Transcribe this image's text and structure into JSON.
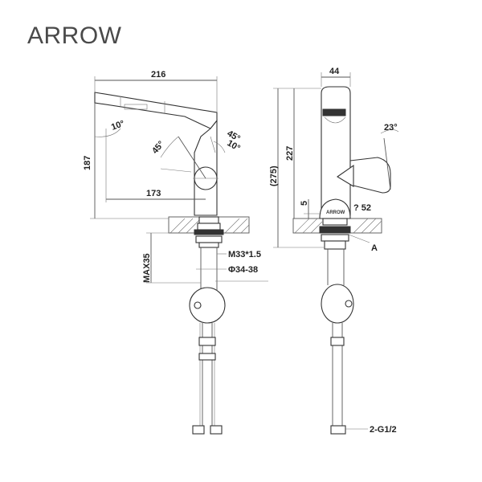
{
  "brand": "ARROW",
  "colors": {
    "line": "#555555",
    "text": "#222222",
    "logo": "#4a4a4a"
  },
  "front_view": {
    "width_label": "216",
    "height_label": "187",
    "reach_label": "173",
    "spout_angle_label": "10°",
    "handle_angle_left_label": "45°",
    "handle_angle_right_label": "45°",
    "handle_angle_small_label": "10°",
    "thread_label": "M33*1.5",
    "hole_label": "Φ34-38",
    "max_thickness_label": "MAX35"
  },
  "side_view": {
    "spout_width_label": "44",
    "total_height_label": "(275)",
    "height_label": "227",
    "base_label": "5",
    "handle_angle_label": "23°",
    "base_diameter_label": "? 52",
    "detail_marker": "A",
    "base_logo": "ARROW",
    "connector_label": "2-G1/2"
  }
}
